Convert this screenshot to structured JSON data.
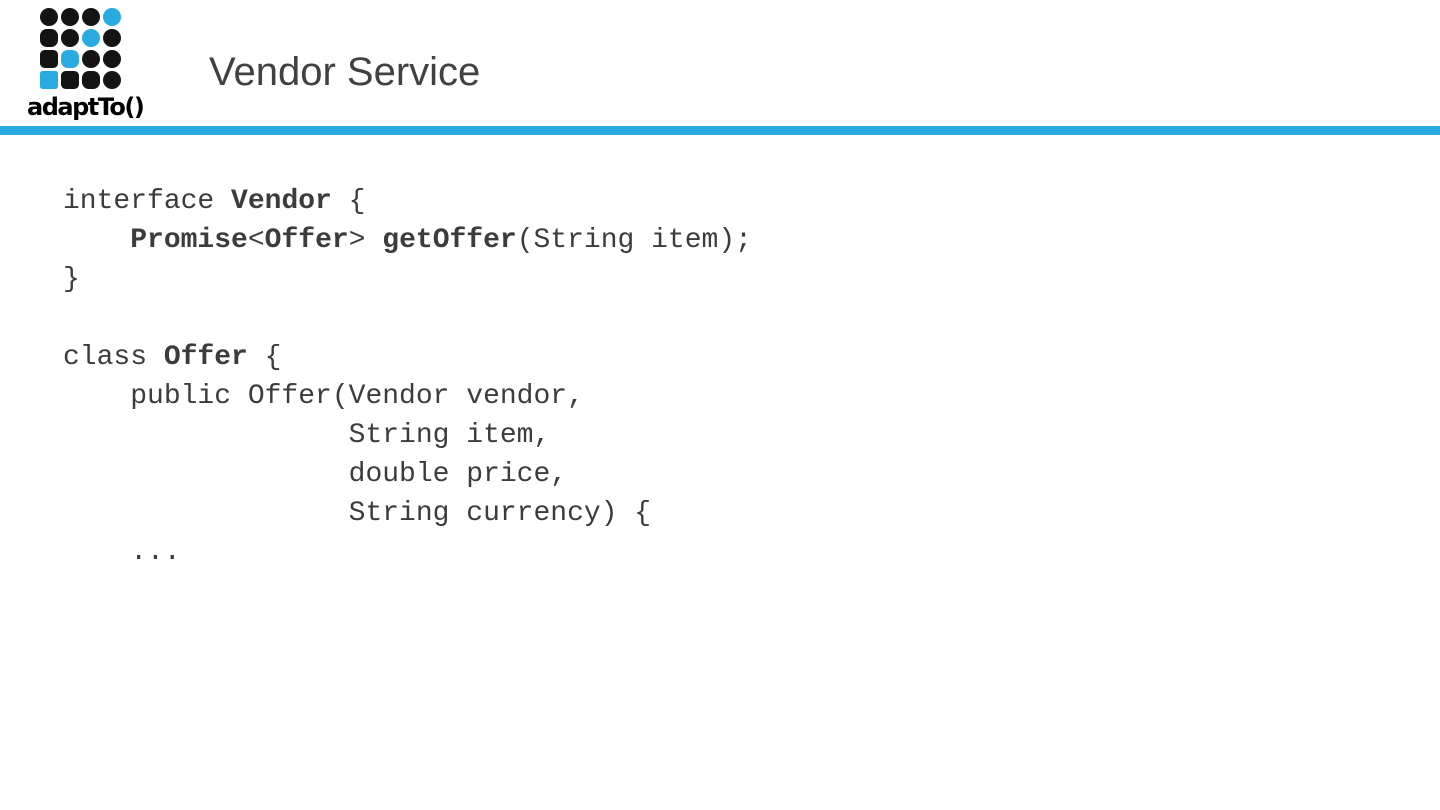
{
  "header": {
    "title": "Vendor Service"
  },
  "logo": {
    "text": "adaptTo()",
    "grid_rows": [
      "kkkc",
      "kkck",
      "kckk",
      "ckkk"
    ],
    "black": "#141414",
    "cyan": "#29ABE2"
  },
  "colors": {
    "accent_bar": "#29ABE2",
    "title": "#414042",
    "code": "#3C3C3C",
    "background": "#FFFFFF"
  },
  "code": {
    "lines": [
      [
        {
          "t": "interface ",
          "b": false
        },
        {
          "t": "Vendor",
          "b": true
        },
        {
          "t": " {",
          "b": false
        }
      ],
      [
        {
          "t": "    ",
          "b": false
        },
        {
          "t": "Promise",
          "b": true
        },
        {
          "t": "<",
          "b": false
        },
        {
          "t": "Offer",
          "b": true
        },
        {
          "t": "> ",
          "b": false
        },
        {
          "t": "getOffer",
          "b": true
        },
        {
          "t": "(String item);",
          "b": false
        }
      ],
      [
        {
          "t": "}",
          "b": false
        }
      ],
      [
        {
          "t": "",
          "b": false
        }
      ],
      [
        {
          "t": "class ",
          "b": false
        },
        {
          "t": "Offer",
          "b": true
        },
        {
          "t": " {",
          "b": false
        }
      ],
      [
        {
          "t": "    public Offer(Vendor vendor,",
          "b": false
        }
      ],
      [
        {
          "t": "                 String item,",
          "b": false
        }
      ],
      [
        {
          "t": "                 double price,",
          "b": false
        }
      ],
      [
        {
          "t": "                 String currency) {",
          "b": false
        }
      ],
      [
        {
          "t": "    ...",
          "b": false
        }
      ]
    ]
  }
}
